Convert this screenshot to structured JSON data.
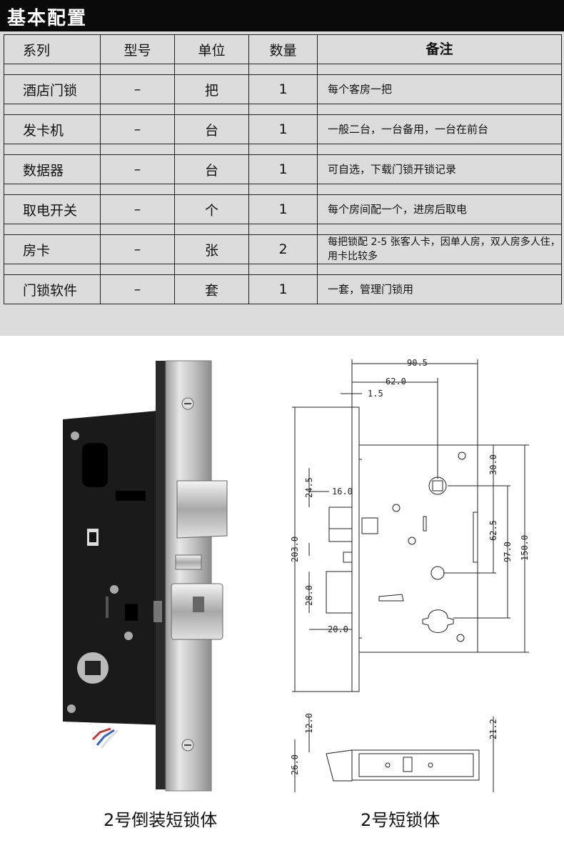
{
  "title": "基本配置",
  "table": {
    "headers": [
      "系列",
      "型号",
      "单位",
      "数量",
      "备注"
    ],
    "rows": [
      {
        "series": "酒店门锁",
        "model": "–",
        "unit": "把",
        "qty": "1",
        "note": "每个客房一把"
      },
      {
        "series": "发卡机",
        "model": "–",
        "unit": "台",
        "qty": "1",
        "note": "一般二台，一台备用，一台在前台"
      },
      {
        "series": "数据器",
        "model": "–",
        "unit": "台",
        "qty": "1",
        "note": "可自选，下载门锁开锁记录"
      },
      {
        "series": "取电开关",
        "model": "–",
        "unit": "个",
        "qty": "1",
        "note": "每个房间配一个，进房后取电"
      },
      {
        "series": "房卡",
        "model": "–",
        "unit": "张",
        "qty": "2",
        "note": "每把锁配 2-5 张客人卡，因单人房，双人房多人住，用卡比较多"
      },
      {
        "series": "门锁软件",
        "model": "–",
        "unit": "套",
        "qty": "1",
        "note": "一套，管理门锁用"
      }
    ]
  },
  "drawing": {
    "dims": {
      "d90": "90.5",
      "d62": "62.0",
      "d1_5": "1.5",
      "d203": "203.0",
      "d24": "24.5",
      "d16": "16.0",
      "d28": "28.0",
      "d20": "20.0",
      "d30": "30.0",
      "d62_5": "62.5",
      "d97": "97.0",
      "d150": "150.0",
      "d12": "12.0",
      "d26": "26.0",
      "d21": "21.2"
    }
  },
  "captions": {
    "left": "2号倒装短锁体",
    "right": "2号短锁体"
  }
}
